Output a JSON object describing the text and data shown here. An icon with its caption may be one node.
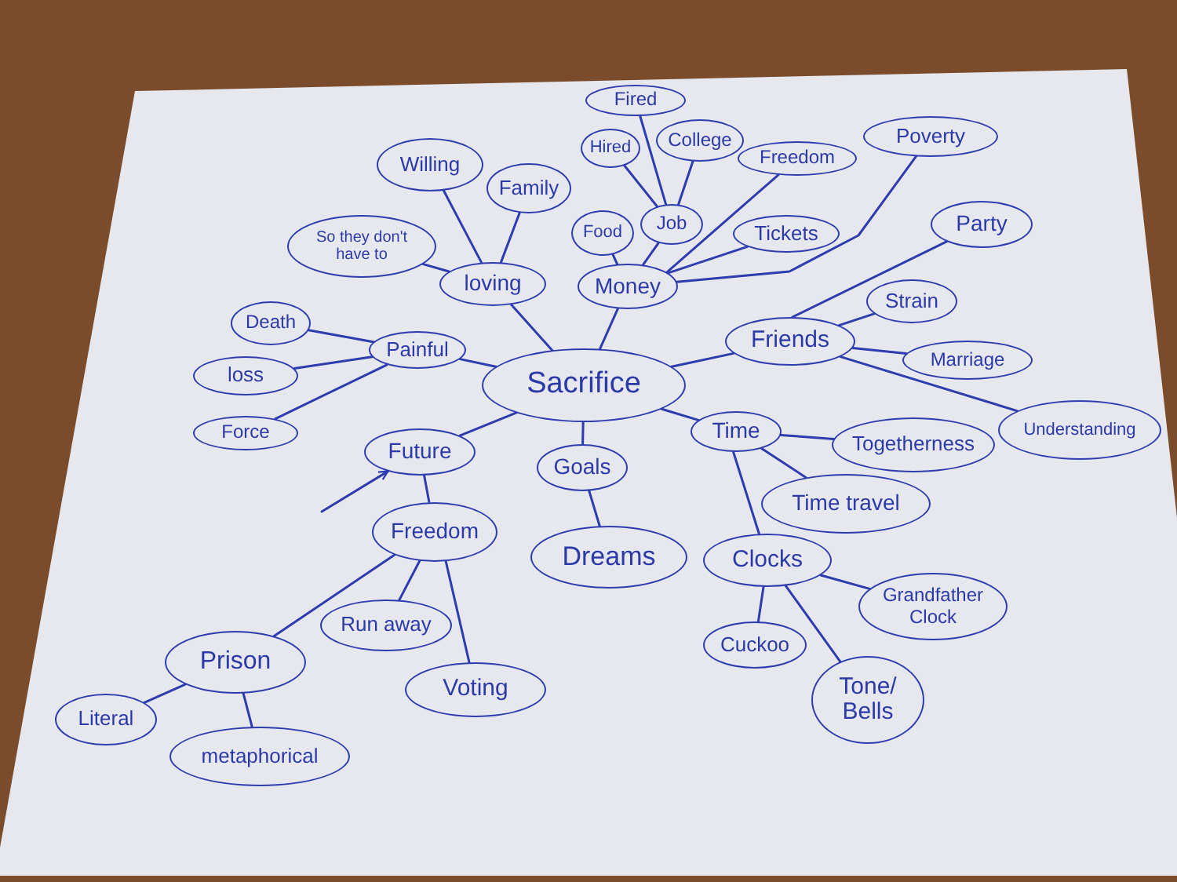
{
  "diagram": {
    "nodes": [
      {
        "text": [
          "Sacrifice"
        ]
      },
      {
        "text": [
          "loving"
        ]
      },
      {
        "text": [
          "Money"
        ]
      },
      {
        "text": [
          "Painful"
        ]
      },
      {
        "text": [
          "Friends"
        ]
      },
      {
        "text": [
          "Time"
        ]
      },
      {
        "text": [
          "Goals"
        ]
      },
      {
        "text": [
          "Future"
        ]
      },
      {
        "text": [
          "Freedom"
        ]
      },
      {
        "text": [
          "Run away"
        ]
      },
      {
        "text": [
          "Voting"
        ]
      },
      {
        "text": [
          "Prison"
        ]
      },
      {
        "text": [
          "Literal"
        ]
      },
      {
        "text": [
          "metaphorical"
        ]
      },
      {
        "text": [
          "Dreams"
        ]
      },
      {
        "text": [
          "Togetherness"
        ]
      },
      {
        "text": [
          "Time travel"
        ]
      },
      {
        "text": [
          "Clocks"
        ]
      },
      {
        "text": [
          "Cuckoo"
        ]
      },
      {
        "text": [
          "Tone/ Bells"
        ]
      },
      {
        "text": [
          "Grandfather Clock"
        ]
      },
      {
        "text": [
          "Strain"
        ]
      },
      {
        "text": [
          "Marriage"
        ]
      },
      {
        "text": [
          "Understanding"
        ]
      },
      {
        "text": [
          "Party"
        ]
      },
      {
        "text": [
          "Poverty"
        ]
      },
      {
        "text": [
          "Freedom"
        ]
      },
      {
        "text": [
          "Tickets"
        ]
      },
      {
        "text": [
          "Food"
        ]
      },
      {
        "text": [
          "Job"
        ]
      },
      {
        "text": [
          "Hired"
        ]
      },
      {
        "text": [
          "Fired"
        ]
      },
      {
        "text": [
          "College"
        ]
      },
      {
        "text": [
          "Willing"
        ]
      },
      {
        "text": [
          "Family"
        ]
      },
      {
        "text": [
          "So they don't have to"
        ]
      },
      {
        "text": [
          "Death"
        ]
      },
      {
        "text": [
          "loss"
        ]
      },
      {
        "text": [
          "Force"
        ]
      }
    ],
    "edges": [
      {
        "from": 0,
        "to": 1,
        "arrow": "none"
      },
      {
        "from": 0,
        "to": 2,
        "arrow": "none"
      },
      {
        "from": 0,
        "to": 3,
        "arrow": "none"
      },
      {
        "from": 0,
        "to": 4,
        "arrow": "none"
      },
      {
        "from": 0,
        "to": 5,
        "arrow": "none"
      },
      {
        "from": 0,
        "to": 6,
        "arrow": "none"
      },
      {
        "from": 0,
        "to": 7,
        "arrow": "none"
      },
      {
        "from": null,
        "to": 7,
        "arrow": "to"
      },
      {
        "from": 7,
        "to": 8,
        "arrow": "none"
      },
      {
        "from": 8,
        "to": 11,
        "arrow": "none"
      },
      {
        "from": 8,
        "to": 9,
        "arrow": "none"
      },
      {
        "from": 8,
        "to": 10,
        "arrow": "none"
      },
      {
        "from": 11,
        "to": 12,
        "arrow": "none"
      },
      {
        "from": 11,
        "to": 13,
        "arrow": "none"
      },
      {
        "from": 6,
        "to": 14,
        "arrow": "none"
      },
      {
        "from": 5,
        "to": 15,
        "arrow": "none"
      },
      {
        "from": 5,
        "to": 16,
        "arrow": "none"
      },
      {
        "from": 5,
        "to": 17,
        "arrow": "none"
      },
      {
        "from": 17,
        "to": 18,
        "arrow": "none"
      },
      {
        "from": 17,
        "to": 19,
        "arrow": "none"
      },
      {
        "from": 17,
        "to": 20,
        "arrow": "none"
      },
      {
        "from": 4,
        "to": 24,
        "arrow": "none"
      },
      {
        "from": 4,
        "to": 21,
        "arrow": "none"
      },
      {
        "from": 4,
        "to": 22,
        "arrow": "none"
      },
      {
        "from": 4,
        "to": 23,
        "arrow": "none"
      },
      {
        "from": 2,
        "to": 28,
        "arrow": "none"
      },
      {
        "from": 2,
        "to": 29,
        "arrow": "none"
      },
      {
        "from": 2,
        "to": 26,
        "arrow": "none"
      },
      {
        "from": 2,
        "to": 27,
        "arrow": "none"
      },
      {
        "from": 2,
        "to": 25,
        "arrow": "none"
      },
      {
        "from": 29,
        "to": 30,
        "arrow": "none"
      },
      {
        "from": 29,
        "to": 31,
        "arrow": "none"
      },
      {
        "from": 29,
        "to": 32,
        "arrow": "none"
      },
      {
        "from": 1,
        "to": 35,
        "arrow": "none"
      },
      {
        "from": 1,
        "to": 33,
        "arrow": "none"
      },
      {
        "from": 1,
        "to": 34,
        "arrow": "none"
      },
      {
        "from": 3,
        "to": 36,
        "arrow": "none"
      },
      {
        "from": 3,
        "to": 37,
        "arrow": "none"
      },
      {
        "from": 3,
        "to": 38,
        "arrow": "none"
      }
    ]
  }
}
